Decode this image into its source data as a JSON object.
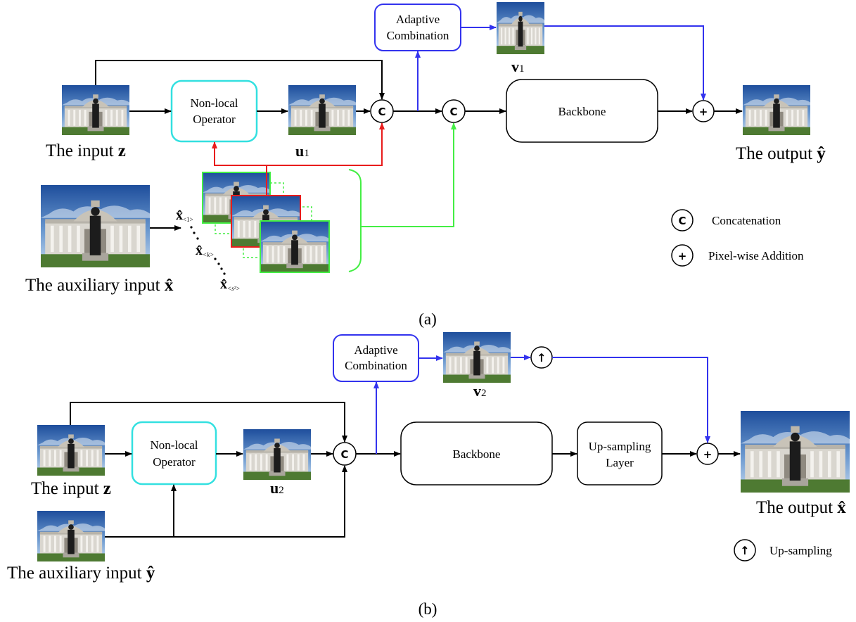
{
  "panel_a": {
    "label": "(a)",
    "nonlocal": {
      "line1": "Non-local",
      "line2": "Operator"
    },
    "adaptive": {
      "line1": "Adaptive",
      "line2": "Combination"
    },
    "backbone": "Backbone",
    "input_caption": "The input",
    "input_var": "z",
    "u_label": "u",
    "u_sub": "1",
    "v_label": "v",
    "v_sub": "1",
    "output_caption": "The output",
    "output_var": "ŷ",
    "aux_caption": "The auxiliary input",
    "aux_var": "x̂",
    "patch_labels": [
      {
        "var": "x̂",
        "sub": "<1>"
      },
      {
        "var": "x̂",
        "sub": "<k>"
      },
      {
        "var": "x̂",
        "sub": "<s²>"
      }
    ]
  },
  "panel_b": {
    "label": "(b)",
    "nonlocal": {
      "line1": "Non-local",
      "line2": "Operator"
    },
    "adaptive": {
      "line1": "Adaptive",
      "line2": "Combination"
    },
    "backbone": "Backbone",
    "upsampling_layer": {
      "line1": "Up-sampling",
      "line2": "Layer"
    },
    "input_caption": "The input",
    "input_var": "z",
    "u_label": "u",
    "u_sub": "2",
    "v_label": "v",
    "v_sub": "2",
    "output_caption": "The output",
    "output_var": "x̂",
    "aux_caption": "The auxiliary input",
    "aux_var": "ŷ"
  },
  "legend": {
    "concat_symbol": "C",
    "concat_label": "Concatenation",
    "add_symbol": "+",
    "add_label": "Pixel-wise Addition",
    "up_symbol": "↑",
    "up_label": "Up-sampling"
  },
  "colors": {
    "black_path": "#000000",
    "adaptive_path": "#3333ee",
    "nonlocal_border": "#33e0e0",
    "red_path": "#e81c1c",
    "green_path": "#44ee44"
  }
}
